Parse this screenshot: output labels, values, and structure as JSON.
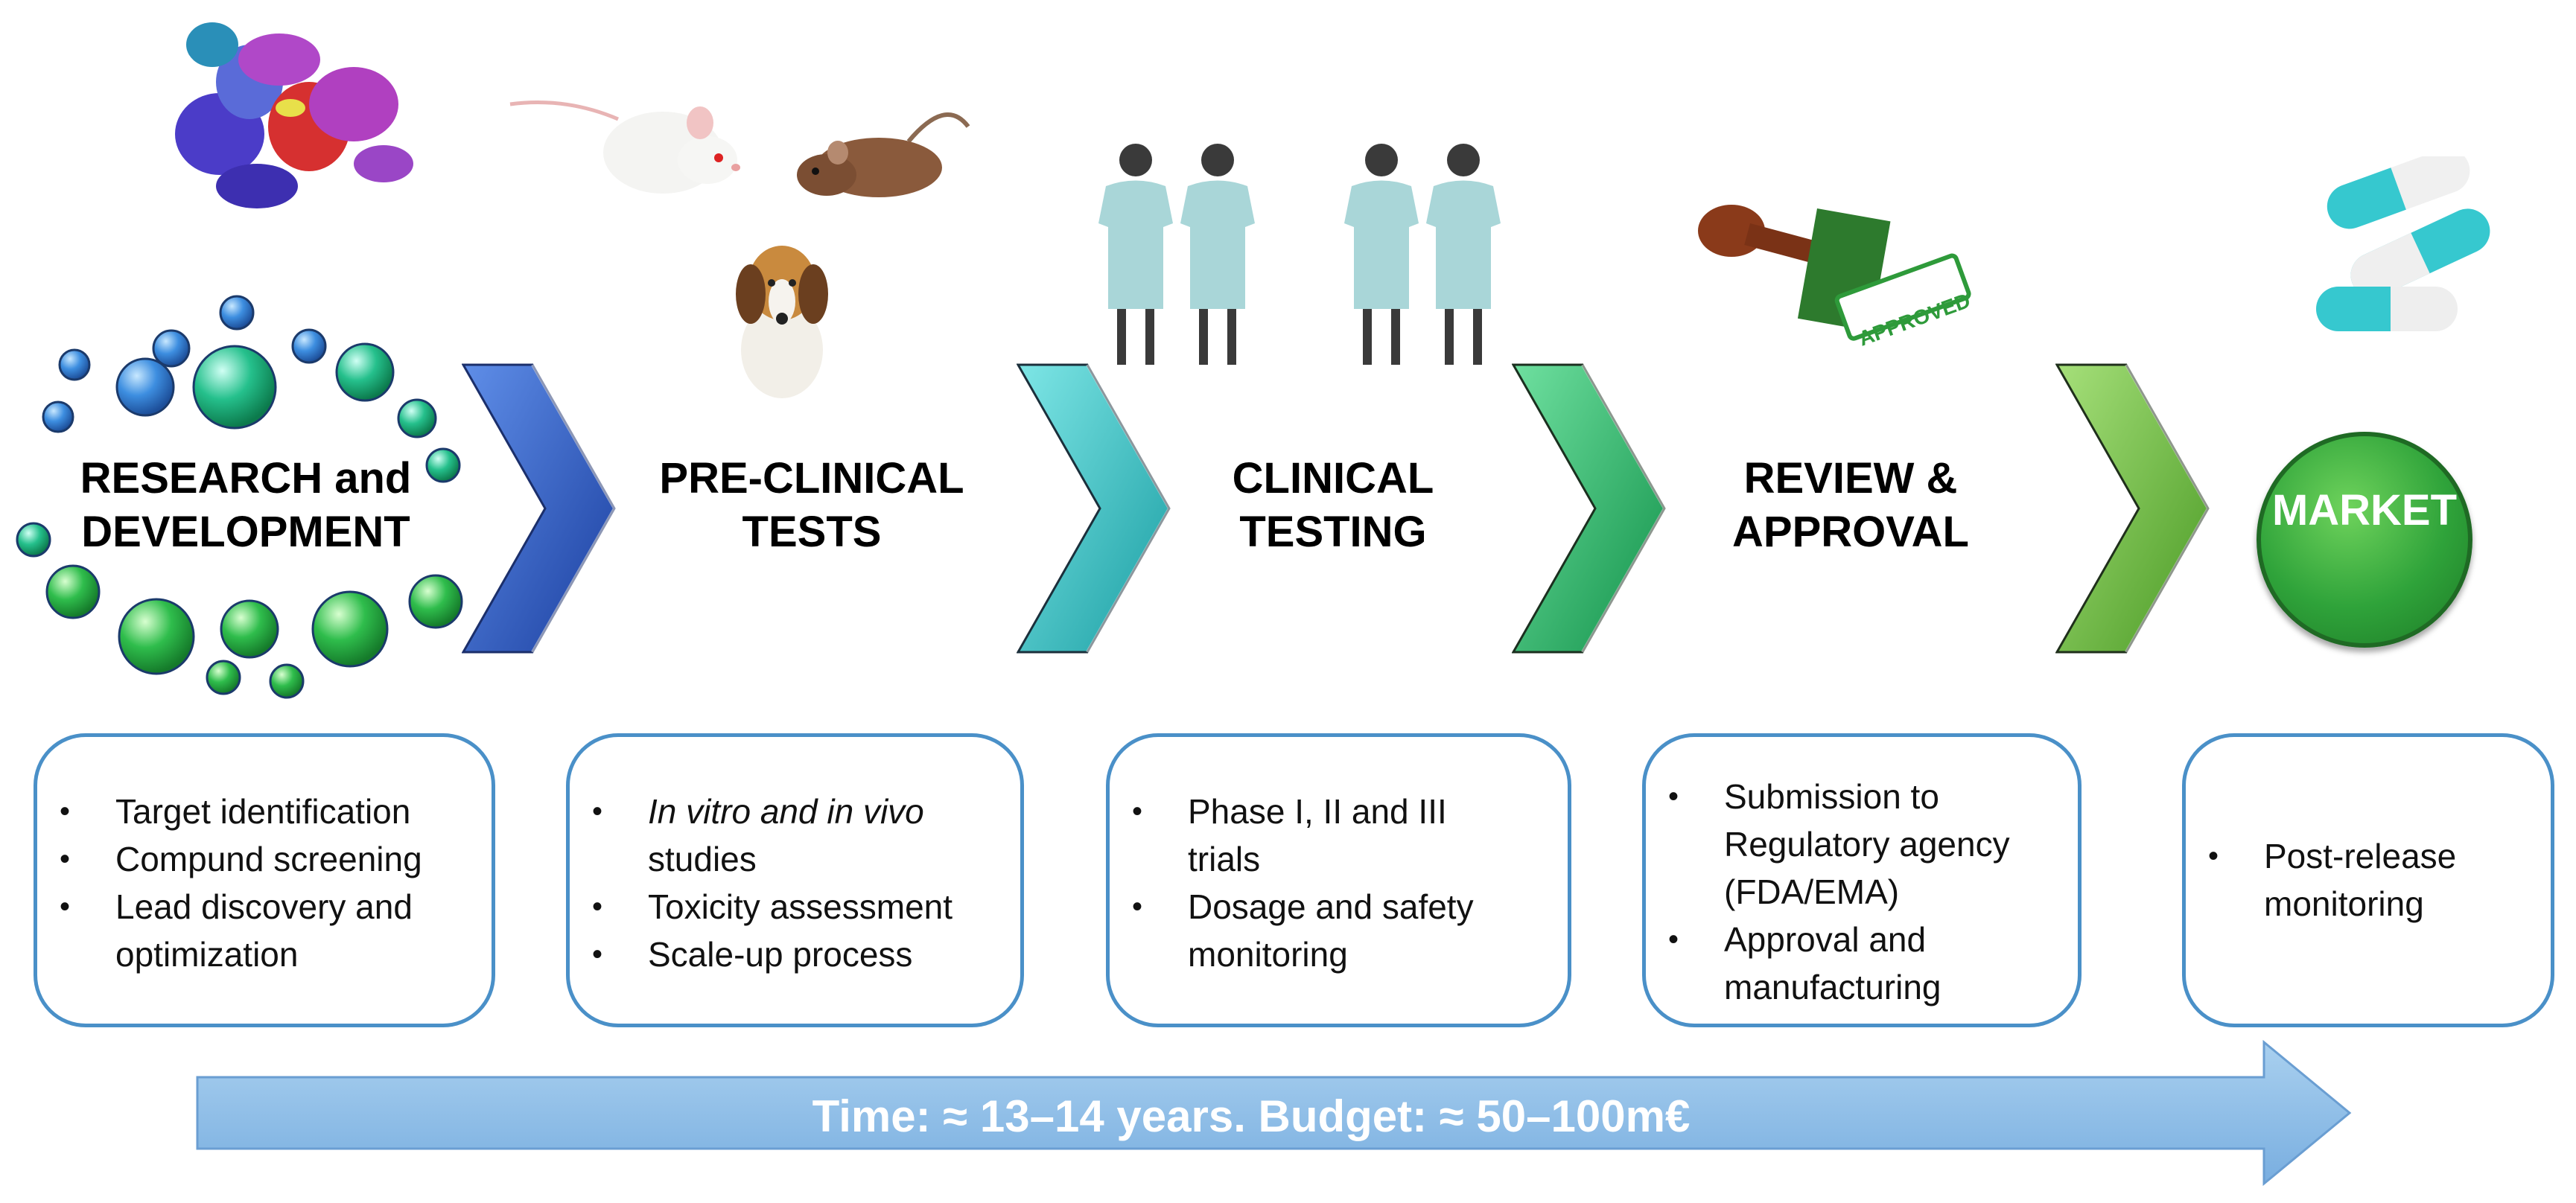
{
  "stages": [
    {
      "title_line1": "RESEARCH and",
      "title_line2": "DEVELOPMENT"
    },
    {
      "title_line1": "PRE-CLINICAL",
      "title_line2": "TESTS"
    },
    {
      "title_line1": "CLINICAL",
      "title_line2": "TESTING"
    },
    {
      "title_line1": "REVIEW &",
      "title_line2": "APPROVAL"
    },
    {
      "title_line1": "MARKET"
    }
  ],
  "boxes": [
    {
      "items": [
        {
          "lines": [
            "Target identification"
          ]
        },
        {
          "lines": [
            "Compund screening"
          ]
        },
        {
          "lines": [
            "Lead discovery and",
            "optimization"
          ]
        }
      ]
    },
    {
      "items": [
        {
          "lines": [
            "In vitro and in vivo",
            "studies"
          ]
        },
        {
          "lines": [
            "Toxicity assessment"
          ]
        },
        {
          "lines": [
            "Scale-up process"
          ]
        }
      ]
    },
    {
      "items": [
        {
          "lines": [
            "Phase I, II and III",
            "trials"
          ]
        },
        {
          "lines": [
            "Dosage and safety",
            "monitoring"
          ]
        }
      ]
    },
    {
      "items": [
        {
          "lines": [
            "Submission to",
            "Regulatory agency",
            "(FDA/EMA)"
          ]
        },
        {
          "lines": [
            "Approval and",
            "manufacturing"
          ]
        }
      ]
    },
    {
      "items": [
        {
          "lines": [
            "Post-release",
            "monitoring"
          ]
        }
      ]
    }
  ],
  "stamp_text": "APPROVED",
  "timeline": {
    "text": "Time: ≈ 13–14 years. Budget: ≈ 50–100m€"
  },
  "colors": {
    "box_border": "#4a90c8",
    "chevron_1": "#2d5fc4",
    "chevron_2": "#2fc3c4",
    "chevron_3": "#2eb36a",
    "chevron_4": "#6bbf3c",
    "market": "#2fa33a",
    "timeline_arrow": "#8fbfe3"
  },
  "icons": [
    "protein-structure-icon",
    "molecule-bubble-icon",
    "mouse-icon",
    "rat-icon",
    "beagle-dog-icon",
    "patient-figure-icon",
    "approval-stamp-icon",
    "capsule-pill-icon",
    "chevron-arrow-icon",
    "timeline-arrow-icon"
  ]
}
